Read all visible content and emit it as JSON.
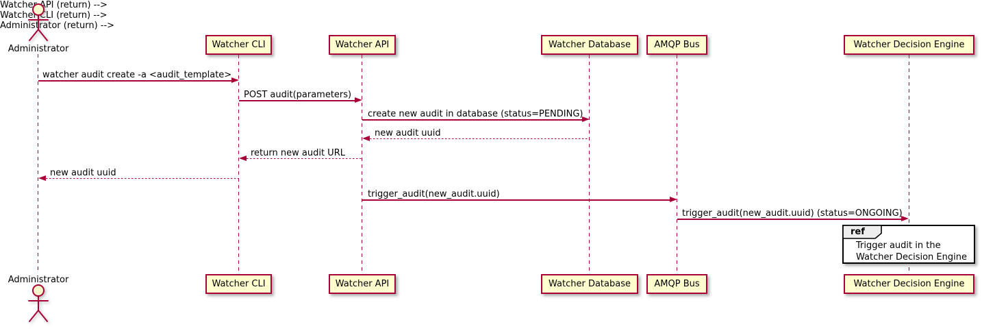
{
  "diagram_type": "sequence",
  "colors": {
    "participant_fill": "#FEFECE",
    "participant_border": "#A80036",
    "line": "#A80036",
    "text": "#000000",
    "ref_tab_fill": "#EEEEEE",
    "ref_border": "#000000",
    "background": "#FFFFFF"
  },
  "actor": {
    "name": "Administrator"
  },
  "participants": [
    {
      "label": "Watcher CLI"
    },
    {
      "label": "Watcher API"
    },
    {
      "label": "Watcher Database"
    },
    {
      "label": "AMQP Bus"
    },
    {
      "label": "Watcher Decision Engine"
    }
  ],
  "messages": [
    {
      "from": "Administrator",
      "to": "Watcher CLI",
      "style": "solid",
      "text": "watcher audit create -a <audit_template>"
    },
    {
      "from": "Watcher CLI",
      "to": "Watcher API",
      "style": "solid",
      "text": "POST audit(parameters)"
    },
    {
      "from": "Watcher API",
      "to": "Watcher Database",
      "style": "solid",
      "text": "create new audit in database (status=PENDING)"
    },
    {
      "from": "Watcher Database",
      "to": "Watcher API",
      "style": "dashed",
      "text": "new audit uuid"
    },
    {
      "from": "Watcher API",
      "to": "Watcher CLI",
      "style": "dashed",
      "text": "return new audit URL"
    },
    {
      "from": "Watcher CLI",
      "to": "Administrator",
      "style": "dashed",
      "text": "new audit uuid"
    },
    {
      "from": "Watcher API",
      "to": "AMQP Bus",
      "style": "solid",
      "text": "trigger_audit(new_audit.uuid)"
    },
    {
      "from": "AMQP Bus",
      "to": "Watcher Decision Engine",
      "style": "solid",
      "text": "trigger_audit(new_audit.uuid) (status=ONGOING)"
    }
  ],
  "ref_fragment": {
    "keyword": "ref",
    "over": "Watcher Decision Engine",
    "lines": [
      "Trigger audit in the",
      "Watcher Decision Engine"
    ]
  }
}
